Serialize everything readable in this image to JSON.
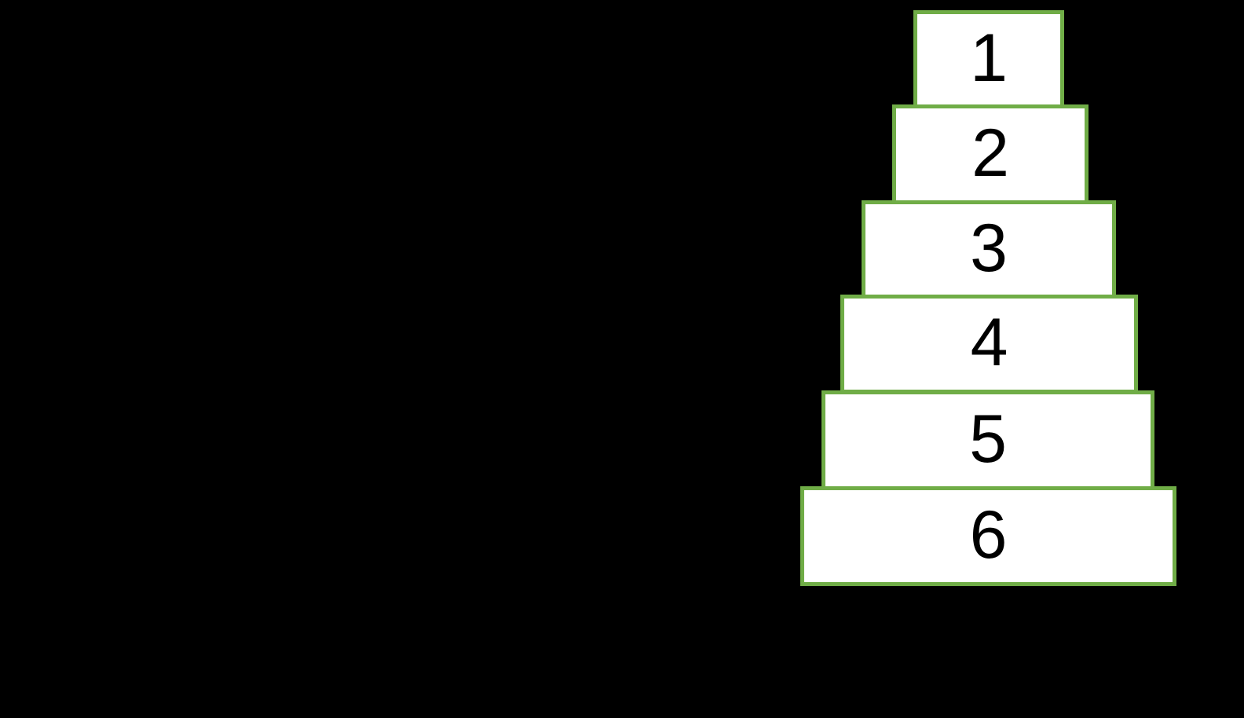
{
  "canvas": {
    "background_color": "#000000"
  },
  "pyramid": {
    "border_color": "#70AD47",
    "fill_color": "#FFFFFF",
    "text_color": "#000000",
    "steps": [
      {
        "label": "1"
      },
      {
        "label": "2"
      },
      {
        "label": "3"
      },
      {
        "label": "4"
      },
      {
        "label": "5"
      },
      {
        "label": "6"
      }
    ]
  }
}
